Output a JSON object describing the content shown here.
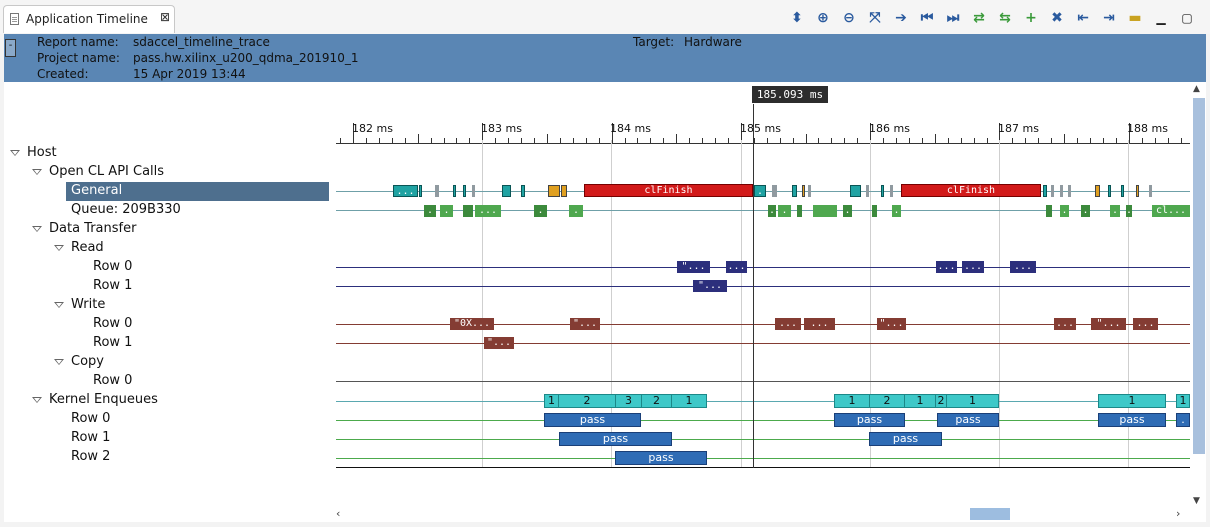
{
  "tab": {
    "title": "Application Timeline",
    "close_glyph": "⊠"
  },
  "toolbar": {
    "icons": [
      "up-down-icon",
      "zoom-in-icon",
      "zoom-out-icon",
      "zoom-fit-icon",
      "goto-icon",
      "first-event-icon",
      "last-event-icon",
      "prev-dependency-icon",
      "next-dependency-icon",
      "add-marker-icon",
      "remove-marker-icon",
      "prev-marker-icon",
      "next-marker-icon",
      "legend-icon",
      "minimize-icon",
      "maximize-icon"
    ]
  },
  "report": {
    "report_label": "Report name:",
    "report_value": "sdaccel_timeline_trace",
    "project_label": "Project name:",
    "project_value": "pass.hw.xilinx_u200_qdma_201910_1",
    "created_label": "Created:",
    "created_value": "15 Apr 2019 13:44",
    "target_label": "Target:",
    "target_value": "Hardware"
  },
  "cursor": {
    "label": "185.093 ms"
  },
  "ticks": [
    "182 ms",
    "183 ms",
    "184 ms",
    "185 ms",
    "186 ms",
    "187 ms",
    "188 ms"
  ],
  "tree": {
    "host": "Host",
    "opencl": "Open CL API Calls",
    "general": "General",
    "queue": "Queue: 209B330",
    "data_transfer": "Data Transfer",
    "read": "Read",
    "read_row0": "Row 0",
    "read_row1": "Row 1",
    "write": "Write",
    "write_row0": "Row 0",
    "write_row1": "Row 1",
    "copy": "Copy",
    "copy_row0": "Row 0",
    "kernel": "Kernel Enqueues",
    "k_row0": "Row 0",
    "k_row1": "Row 1",
    "k_row2": "Row 2"
  },
  "events": {
    "ell": "...",
    "clfinish": "clFinish",
    "ox": "\"0X...",
    "quote": "\"...",
    "cl": "cl...",
    "one": "1",
    "two": "2",
    "three": "3",
    "pass": "pass",
    "dot": "."
  },
  "colors": {
    "report_bg": "#5a86b4",
    "selection": "#4e6f8e",
    "api": "#20a3a3",
    "clfinish": "#d21a1a",
    "queue": "#4fa84f",
    "read": "#2c2f7c",
    "write": "#843c33",
    "kernel_top": "#3ec8c8",
    "kernel_pass": "#2f6cb5"
  }
}
